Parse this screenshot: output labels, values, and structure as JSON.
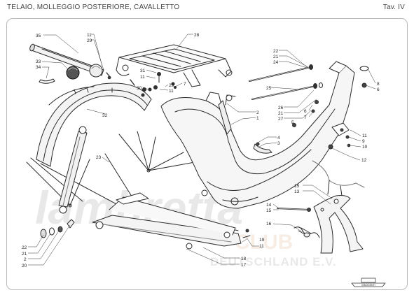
{
  "header": {
    "title": "TELAIO, MOLLEGGIO POSTERIORE, CAVALLETTO",
    "plate": "Tav. IV"
  },
  "watermark": {
    "word": "lambretta",
    "club": "CLUB",
    "country": "DEUTSCHLAND E.V."
  },
  "logo": {
    "text": "INNOCENTI"
  },
  "callouts": [
    {
      "id": "c35",
      "label": "35"
    },
    {
      "id": "c11a",
      "label": "11"
    },
    {
      "id": "c29a",
      "label": "29"
    },
    {
      "id": "c28",
      "label": "28"
    },
    {
      "id": "c33",
      "label": "33"
    },
    {
      "id": "c34",
      "label": "34"
    },
    {
      "id": "c31",
      "label": "31"
    },
    {
      "id": "c11b",
      "label": "11"
    },
    {
      "id": "c30",
      "label": "30"
    },
    {
      "id": "c29b",
      "label": "29"
    },
    {
      "id": "c11c",
      "label": "11"
    },
    {
      "id": "c7a",
      "label": "7"
    },
    {
      "id": "c22a",
      "label": "22"
    },
    {
      "id": "c21a",
      "label": "21"
    },
    {
      "id": "c24",
      "label": "24"
    },
    {
      "id": "c25",
      "label": "25"
    },
    {
      "id": "c26",
      "label": "26"
    },
    {
      "id": "c21b",
      "label": "21"
    },
    {
      "id": "c27",
      "label": "27"
    },
    {
      "id": "c6a",
      "label": "6"
    },
    {
      "id": "c7b",
      "label": "7"
    },
    {
      "id": "c8",
      "label": "8"
    },
    {
      "id": "c6b",
      "label": "6"
    },
    {
      "id": "c32",
      "label": "32"
    },
    {
      "id": "c2a",
      "label": "2"
    },
    {
      "id": "c1",
      "label": "1"
    },
    {
      "id": "c5",
      "label": "5"
    },
    {
      "id": "c4",
      "label": "4"
    },
    {
      "id": "c3",
      "label": "3"
    },
    {
      "id": "c11d",
      "label": "11"
    },
    {
      "id": "c9",
      "label": "9"
    },
    {
      "id": "c10",
      "label": "10"
    },
    {
      "id": "c12",
      "label": "12"
    },
    {
      "id": "c23",
      "label": "23"
    },
    {
      "id": "c15a",
      "label": "15"
    },
    {
      "id": "c13",
      "label": "13"
    },
    {
      "id": "c14",
      "label": "14"
    },
    {
      "id": "c15b",
      "label": "15"
    },
    {
      "id": "c16",
      "label": "16"
    },
    {
      "id": "c22b",
      "label": "22"
    },
    {
      "id": "c21c",
      "label": "21"
    },
    {
      "id": "c2b",
      "label": "2"
    },
    {
      "id": "c20",
      "label": "20"
    },
    {
      "id": "c19",
      "label": "19"
    },
    {
      "id": "c11e",
      "label": "11"
    },
    {
      "id": "c18",
      "label": "18"
    },
    {
      "id": "c17",
      "label": "17"
    }
  ]
}
